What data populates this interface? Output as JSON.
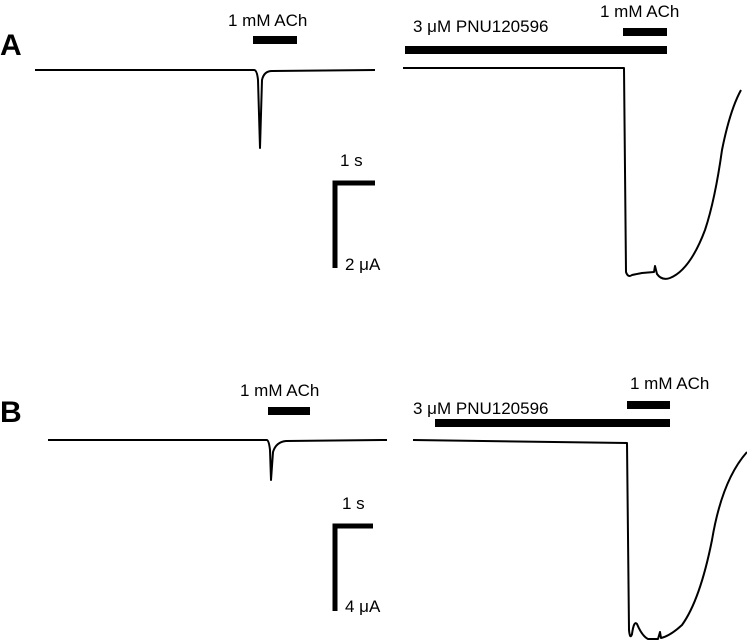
{
  "panels": [
    {
      "letter": "A",
      "control": {
        "agonist_label": "1 mM ACh"
      },
      "treated": {
        "modulator_label": "3 μM PNU120596",
        "agonist_label": "1 mM ACh"
      },
      "scale": {
        "time_label": "1 s",
        "current_label": "2 μA"
      }
    },
    {
      "letter": "B",
      "control": {
        "agonist_label": "1 mM ACh"
      },
      "treated": {
        "modulator_label": "3 μM PNU120596",
        "agonist_label": "1 mM ACh"
      },
      "scale": {
        "time_label": "1 s",
        "current_label": "4 μA"
      }
    }
  ],
  "colors": {
    "trace": "#000000",
    "background": "#ffffff"
  }
}
